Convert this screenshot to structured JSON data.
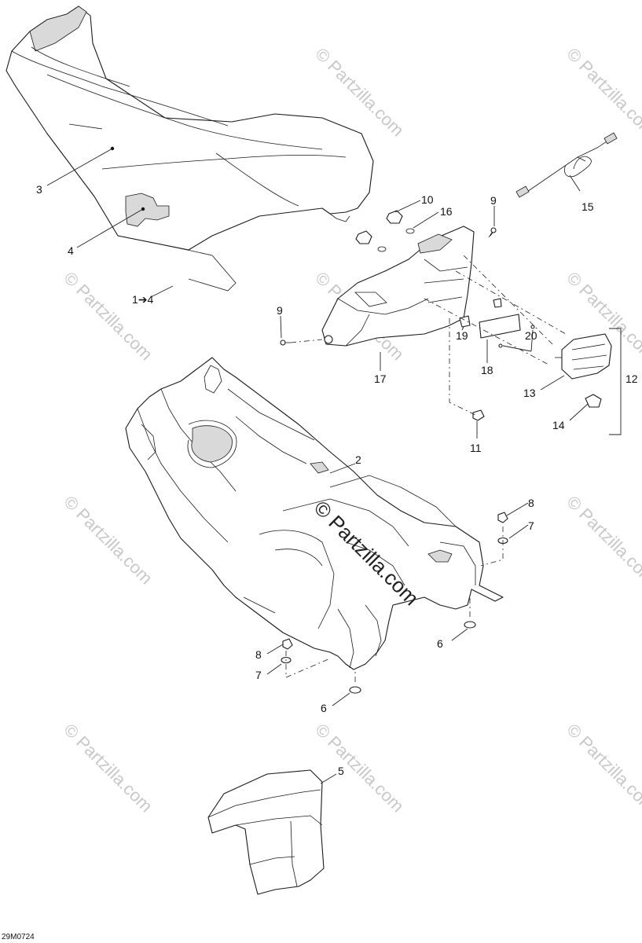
{
  "diagram": {
    "figure_code": "29M0724",
    "watermark_text": "© Partzilla.com",
    "center_watermark_text": "© Partzilla.com",
    "callouts": {
      "c1_4": "1➔4",
      "c2": "2",
      "c3": "3",
      "c4": "4",
      "c5": "5",
      "c6a": "6",
      "c6b": "6",
      "c7a": "7",
      "c7b": "7",
      "c8a": "8",
      "c8b": "8",
      "c9a": "9",
      "c9b": "9",
      "c10": "10",
      "c11": "11",
      "c12": "12",
      "c13": "13",
      "c14": "14",
      "c15": "15",
      "c16": "16",
      "c17": "17",
      "c18": "18",
      "c19": "19",
      "c20": "20"
    }
  }
}
